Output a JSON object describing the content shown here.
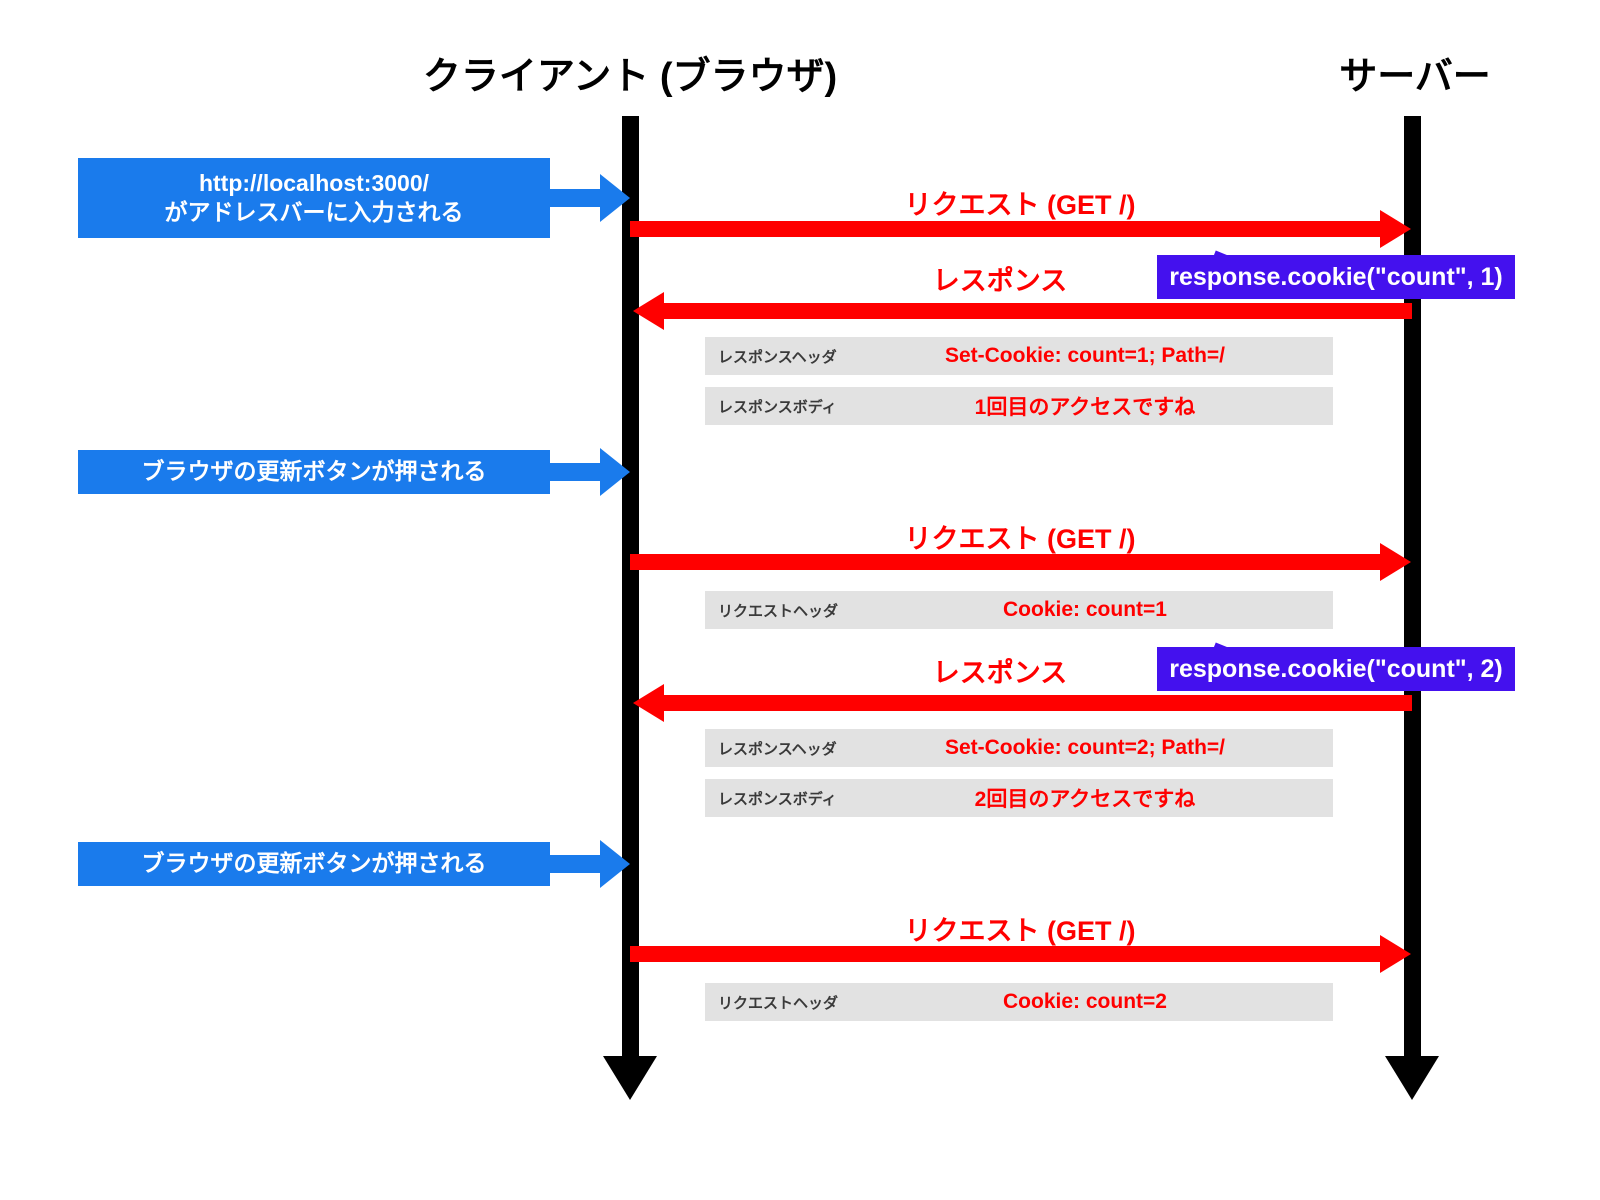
{
  "diagram": {
    "title_client": "クライアント (ブラウザ)",
    "title_server": "サーバー",
    "colors": {
      "lifeline": "#000000",
      "action_box": "#1a7bec",
      "message_arrow": "#ff0000",
      "callout": "#4411ee",
      "detail_row_bg": "#e2e2e2",
      "detail_label": "#3a3a3a",
      "background": "#ffffff"
    }
  },
  "actions": [
    {
      "id": "action-url-typed",
      "line1": "http://localhost:3000/",
      "line2": "がアドレスバーに入力される"
    },
    {
      "id": "action-reload-1",
      "line1": "ブラウザの更新ボタンが押される",
      "line2": ""
    },
    {
      "id": "action-reload-2",
      "line1": "ブラウザの更新ボタンが押される",
      "line2": ""
    }
  ],
  "messages": [
    {
      "id": "request-1",
      "label": "リクエスト (GET /)",
      "direction": "to-server"
    },
    {
      "id": "response-1",
      "label": "レスポンス",
      "direction": "to-client"
    },
    {
      "id": "request-2",
      "label": "リクエスト (GET /)",
      "direction": "to-server"
    },
    {
      "id": "response-2",
      "label": "レスポンス",
      "direction": "to-client"
    },
    {
      "id": "request-3",
      "label": "リクエスト (GET /)",
      "direction": "to-server"
    }
  ],
  "detail_rows": [
    {
      "id": "res-header-1",
      "label": "レスポンスヘッダ",
      "value": "Set-Cookie: count=1; Path=/"
    },
    {
      "id": "res-body-1",
      "label": "レスポンスボディ",
      "value": "1回目のアクセスですね"
    },
    {
      "id": "req-header-2",
      "label": "リクエストヘッダ",
      "value": "Cookie: count=1"
    },
    {
      "id": "res-header-2",
      "label": "レスポンスヘッダ",
      "value": "Set-Cookie: count=2; Path=/"
    },
    {
      "id": "res-body-2",
      "label": "レスポンスボディ",
      "value": "2回目のアクセスですね"
    },
    {
      "id": "req-header-3",
      "label": "リクエストヘッダ",
      "value": "Cookie: count=2"
    }
  ],
  "callouts": [
    {
      "id": "callout-cookie-1",
      "text": "response.cookie(\"count\", 1)"
    },
    {
      "id": "callout-cookie-2",
      "text": "response.cookie(\"count\", 2)"
    }
  ]
}
